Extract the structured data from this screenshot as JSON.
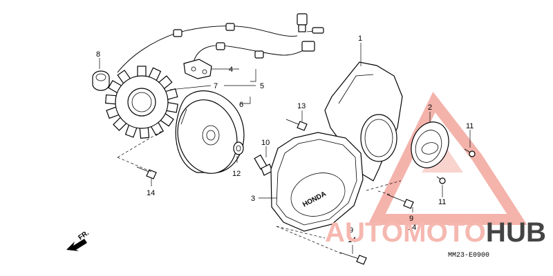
{
  "callouts": [
    "1",
    "2",
    "3",
    "4",
    "5",
    "6",
    "7",
    "8",
    "9",
    "10",
    "11",
    "11",
    "12",
    "13",
    "14",
    "14",
    "14",
    "9"
  ],
  "diagram_code": "MM23-E0900",
  "direction_label": "FR.",
  "cover_brand": "HONDA",
  "watermark": {
    "part1": "AUTO",
    "part2": "MOTO",
    "part3": "HUB",
    "color_light": "#f5b8b0",
    "color_dark": "#444444"
  }
}
